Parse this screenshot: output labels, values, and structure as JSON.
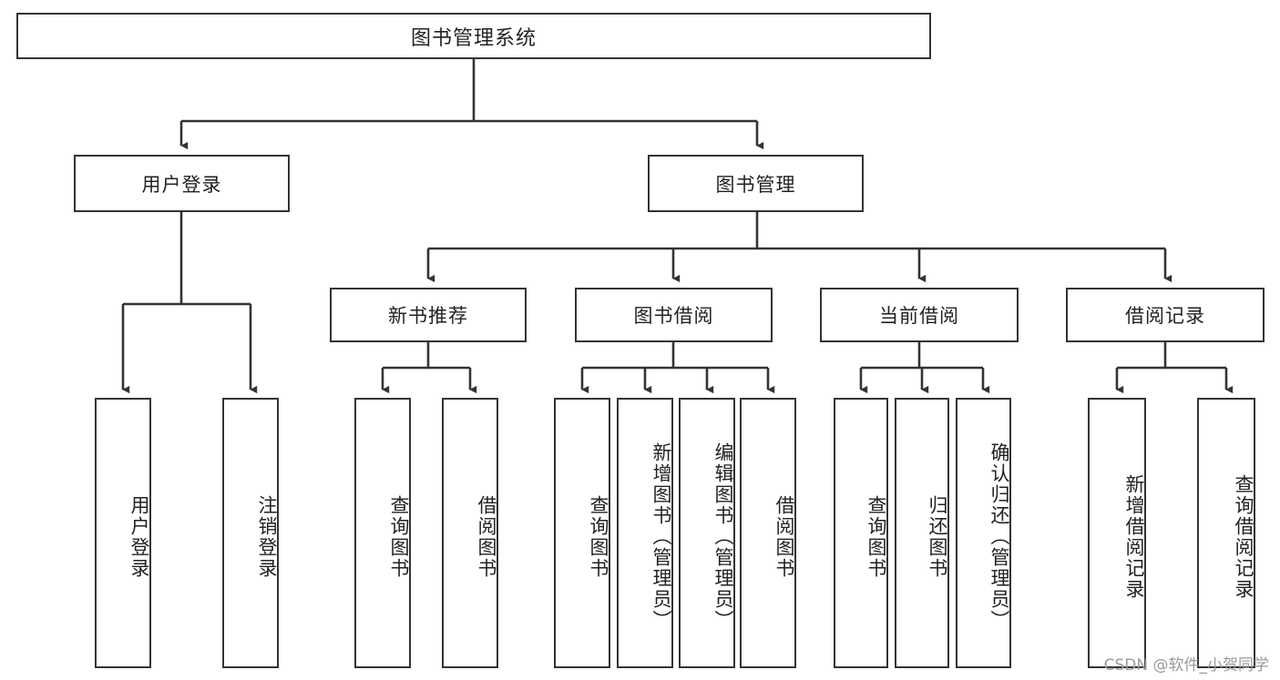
{
  "diagram": {
    "title": "图书管理系统",
    "type": "hierarchy-tree",
    "watermark": "CSDN @软件_小贺同学",
    "colors": {
      "stroke": "#333333",
      "fill": "#ffffff",
      "text": "#222222",
      "watermark": "#9a9a9a"
    },
    "levels": {
      "root": {
        "label": "图书管理系统"
      },
      "level2": [
        {
          "label": "用户登录"
        },
        {
          "label": "图书管理"
        }
      ],
      "level3": [
        {
          "label": "新书推荐"
        },
        {
          "label": "图书借阅"
        },
        {
          "label": "当前借阅"
        },
        {
          "label": "借阅记录"
        }
      ],
      "leaves": {
        "user_login": [
          {
            "label": "用户登录"
          },
          {
            "label": "注销登录"
          }
        ],
        "new_book_recommend": [
          {
            "label": "查询图书"
          },
          {
            "label": "借阅图书"
          }
        ],
        "book_borrow": [
          {
            "label": "查询图书"
          },
          {
            "label": "新增图书（管理员）"
          },
          {
            "label": "编辑图书（管理员）"
          },
          {
            "label": "借阅图书"
          }
        ],
        "current_borrow": [
          {
            "label": "查询图书"
          },
          {
            "label": "归还图书"
          },
          {
            "label": "确认归还（管理员）"
          }
        ],
        "borrow_record": [
          {
            "label": "新增借阅记录"
          },
          {
            "label": "查询借阅记录"
          }
        ]
      }
    }
  }
}
